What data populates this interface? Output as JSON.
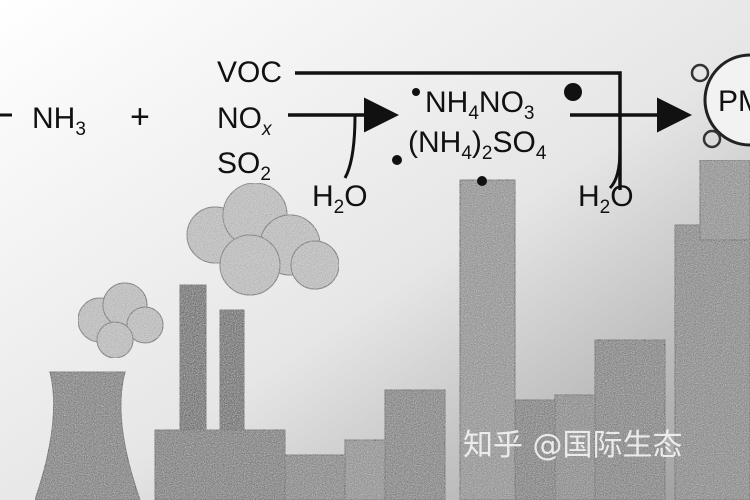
{
  "diagram": {
    "reactants": {
      "ammonia": {
        "base": "NH",
        "sub": "3"
      },
      "plus": "+",
      "voc": "VOC",
      "nox": {
        "base": "NO",
        "sub": "x"
      },
      "so2": {
        "base": "SO",
        "sub": "2"
      }
    },
    "water_left": {
      "a": "H",
      "sub": "2",
      "b": "O"
    },
    "water_right": {
      "a": "H",
      "sub": "2",
      "b": "O"
    },
    "products": {
      "ammonium_nitrate": {
        "a": "NH",
        "s1": "4",
        "b": "NO",
        "s2": "3"
      },
      "ammonium_sulfate": {
        "a": "(NH",
        "s1": "4",
        "b": ")",
        "s2": "2",
        "c": "SO",
        "s3": "4"
      }
    },
    "result": "PM",
    "watermark": "知乎 @国际生态"
  },
  "colors": {
    "ink": "#111111",
    "background_top": "#ffffff",
    "background_bottom": "#9a9a9a",
    "buildings": "#6e6e6e"
  }
}
